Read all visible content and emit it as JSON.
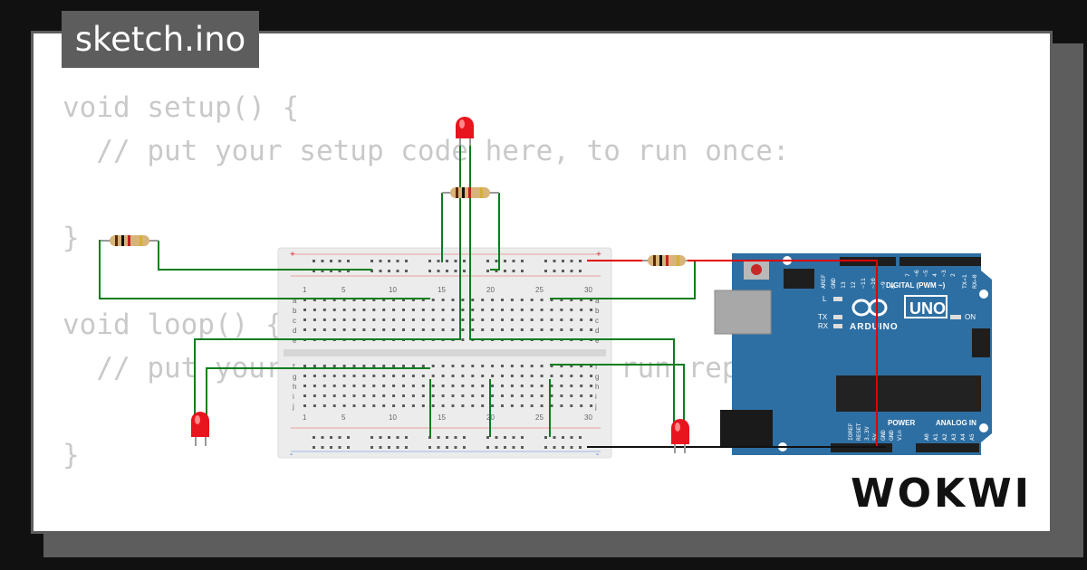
{
  "tab": {
    "filename": "sketch.ino"
  },
  "code": {
    "lines": [
      "void setup() {",
      "  // put your setup code here, to run once:",
      "",
      "}",
      "",
      "void loop() {",
      "  // put your main code here, to run repeatedly:",
      "",
      "}"
    ]
  },
  "breadboard": {
    "column_numbers": [
      "1",
      "5",
      "10",
      "15",
      "20",
      "25",
      "30"
    ],
    "row_letters_top": [
      "a",
      "b",
      "c",
      "d",
      "e"
    ],
    "row_letters_bottom": [
      "f",
      "g",
      "h",
      "i",
      "j"
    ],
    "rail_plus": "+",
    "rail_minus": "-"
  },
  "arduino": {
    "model": "UNO",
    "brand": "ARDUINO",
    "header_digital": "DIGITAL (PWM ~)",
    "header_power": "POWER",
    "header_analog": "ANALOG IN",
    "led_l": "L",
    "led_tx": "TX",
    "led_rx": "RX",
    "led_on": "ON",
    "digital_pins": [
      "AREF",
      "GND",
      "13",
      "12",
      "~11",
      "~10",
      "~9",
      "8",
      "7",
      "~6",
      "~5",
      "4",
      "~3",
      "2",
      "TX→1",
      "RX←0"
    ],
    "power_pins": [
      "IOREF",
      "RESET",
      "3.3V",
      "5V",
      "GND",
      "GND",
      "Vin"
    ],
    "analog_pins": [
      "A0",
      "A1",
      "A2",
      "A3",
      "A4",
      "A5"
    ]
  },
  "colors": {
    "board_blue": "#2e6fa3",
    "wire_green": "#0a7d1f",
    "wire_red": "#e00000",
    "wire_black": "#111111",
    "led_red": "#e8141e"
  },
  "brand": {
    "logo": "WOKWI"
  }
}
